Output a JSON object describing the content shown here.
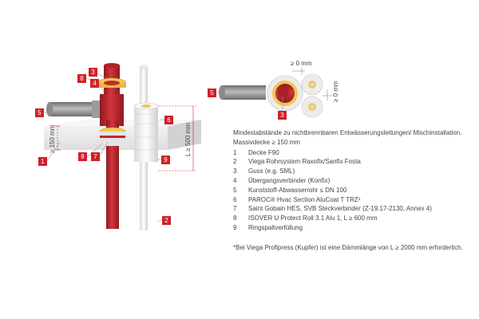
{
  "diagram": {
    "callouts": {
      "c1": "1",
      "c2": "2",
      "c3": "3",
      "c4": "4",
      "c5": "5",
      "c6": "6",
      "c7": "7",
      "c8a": "8",
      "c8b": "8",
      "c9": "9",
      "r5": "5",
      "r3": "3"
    },
    "dimensions": {
      "slab": "≥ 150 mm",
      "length": "L ≥ 500 mm",
      "gap_top": "≥ 0 mm",
      "gap_side": "≥ 0 mm"
    },
    "colors": {
      "accent": "#d0202a",
      "pipe_red": "#c4272f",
      "insulation_yellow": "#f0c85a",
      "grey_pipe": "#9a9a9a"
    }
  },
  "legend": {
    "heading": "Mindestabstände zu nichtbrennbaren Entwässerungsleitungen/ Mischinstallation. Massivdecke ≥ 150 mm",
    "items": [
      {
        "num": "1",
        "text": "Decke F90"
      },
      {
        "num": "2",
        "text": "Viega Rohrsystem Raxofix/Sanfix Fosta"
      },
      {
        "num": "3",
        "text": "Guss (e.g. SML)"
      },
      {
        "num": "4",
        "text": "Übergangsverbinder (Konfix)"
      },
      {
        "num": "5",
        "text": "Kunststoff-Abwasserrohr ≤ DN 100"
      },
      {
        "num": "6",
        "text": "PAROC® Hvac Section AluCoat T TRZ¹"
      },
      {
        "num": "7",
        "text": "Saint Gobain HES, SVB Steckverbinder (Z-19.17-2130, Annex 4)"
      },
      {
        "num": "8",
        "text": "ISOVER U Protect Roll 3.1 Alu 1, L ≥ 600 mm"
      },
      {
        "num": "9",
        "text": "Ringspaltverfüllung"
      }
    ],
    "footnote": "*Bei Viega Profipress (Kupfer) ist eine Dämmlänge von L ≥ 2000 mm erforderlich."
  }
}
